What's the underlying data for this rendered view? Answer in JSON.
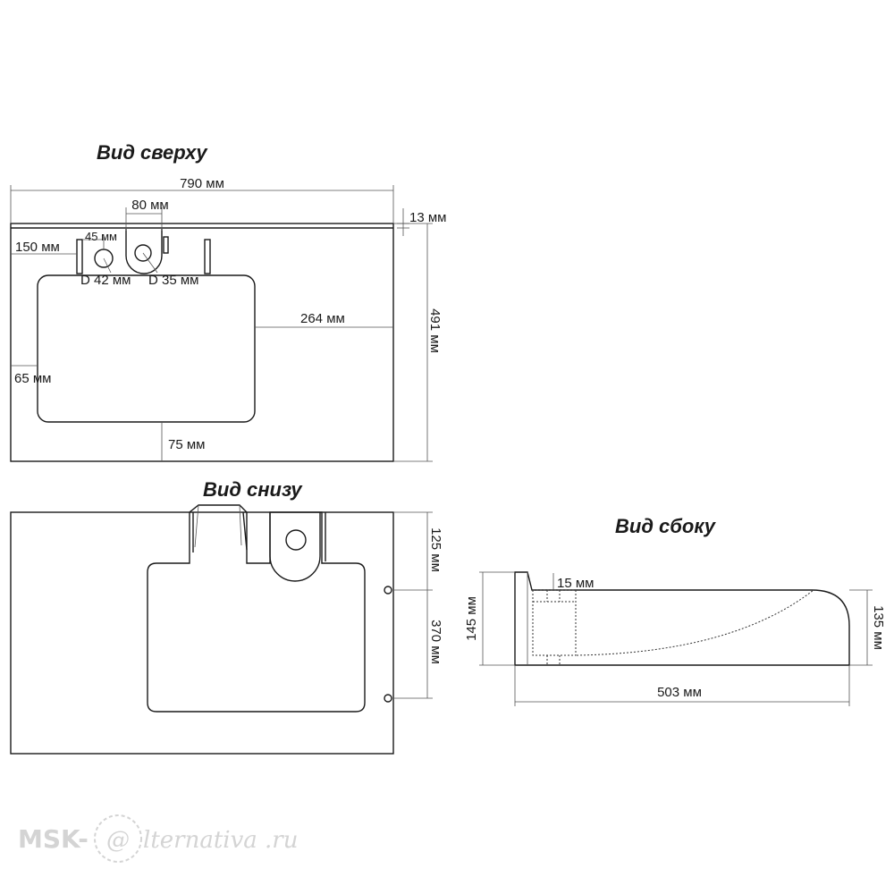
{
  "top_view": {
    "title": "Вид сверху",
    "dim_width": "790 мм",
    "dim_height": "491 мм",
    "dim_lip": "13 мм",
    "dim_80": "80 мм",
    "dim_45": "45 мм",
    "dim_150": "150 мм",
    "dim_d42": "D 42 мм",
    "dim_d35": "D 35 мм",
    "dim_264": "264 мм",
    "dim_65": "65 мм",
    "dim_75": "75 мм"
  },
  "bottom_view": {
    "title": "Вид снизу",
    "dim_125": "125 мм",
    "dim_370": "370 мм"
  },
  "side_view": {
    "title": "Вид сбоку",
    "dim_15": "15 мм",
    "dim_145": "145 мм",
    "dim_135": "135 мм",
    "dim_503": "503 мм"
  },
  "watermark": {
    "left": "MSK-",
    "at": "@",
    "right": "lternativa",
    "tld": ".ru"
  }
}
